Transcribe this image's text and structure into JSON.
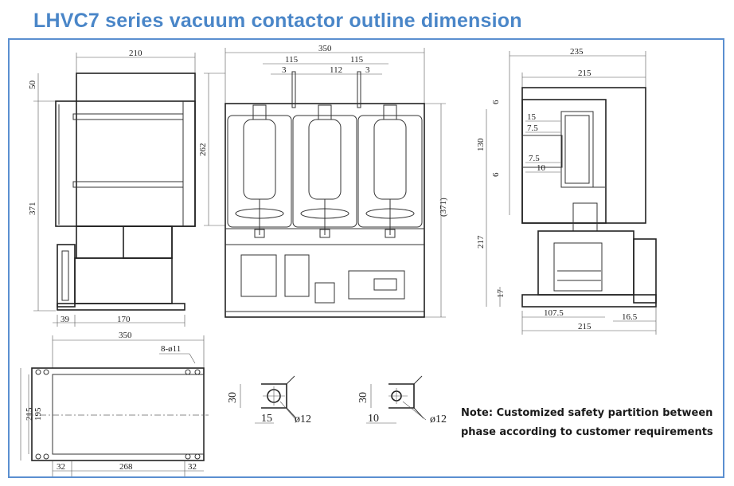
{
  "title": "LHVC7 series vacuum contactor outline dimension",
  "note": {
    "line1": "Note: Customized safety partition between",
    "line2": "phase according to customer requirements"
  },
  "views": {
    "side_left": {
      "top_width": "210",
      "top_offset": "50",
      "height": "371",
      "base_left": "39",
      "base_main": "170"
    },
    "front": {
      "total_width": "350",
      "left_span": "115",
      "right_span": "115",
      "left_gap": "3",
      "center": "112",
      "right_gap": "3",
      "height_upper": "262",
      "height_total": "(371)"
    },
    "side_right": {
      "top_width": "235",
      "inner_width": "215",
      "d6a": "6",
      "d15": "15",
      "d7_5a": "7.5",
      "d130": "130",
      "d7_5b": "7.5",
      "d10": "10",
      "d6b": "6",
      "d217": "217",
      "d17": "17",
      "base_left": "107.5",
      "base_right": "16.5",
      "base_total": "215"
    },
    "base_plate": {
      "width": "350",
      "holes": "8-ø11",
      "height_outer": "215",
      "height_inner": "195",
      "edge_left": "32",
      "pitch": "268",
      "edge_right": "32"
    },
    "terminal_a": {
      "height": "30",
      "offset": "15",
      "hole": "ø12"
    },
    "terminal_b": {
      "height": "30",
      "offset": "10",
      "hole": "ø12"
    }
  },
  "colors": {
    "title": "#4a86c8",
    "frame": "#5b8fd0",
    "note": "#1a1a1a",
    "line": "#333333"
  }
}
